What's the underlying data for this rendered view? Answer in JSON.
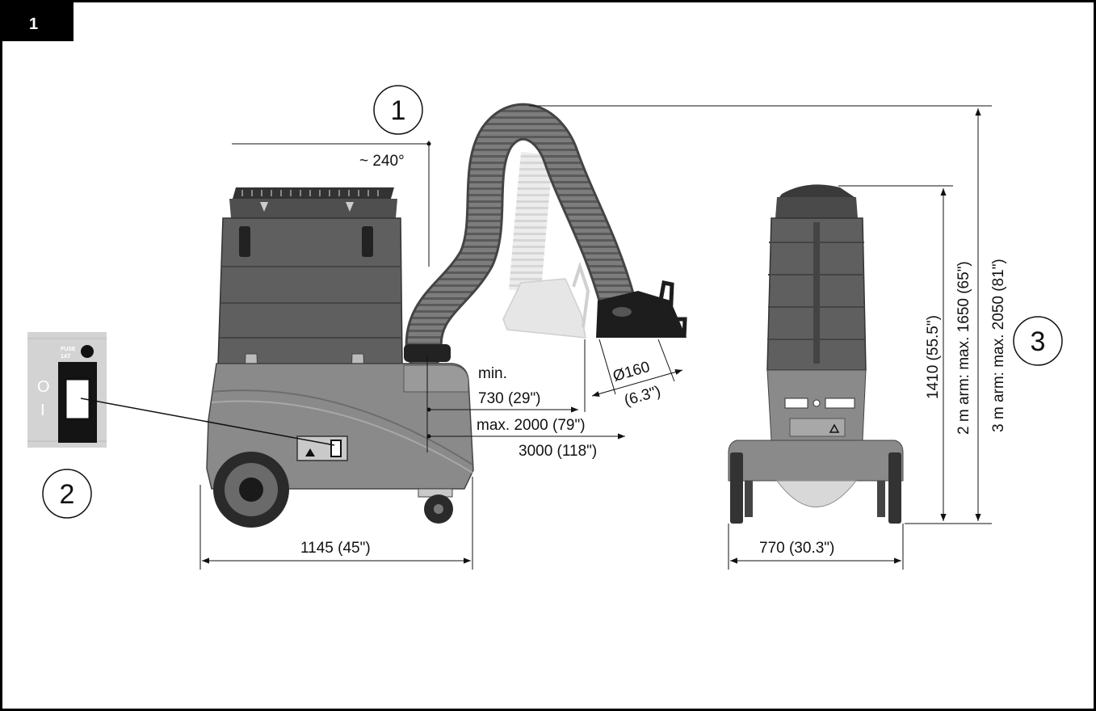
{
  "figure": {
    "number": "1"
  },
  "callouts": {
    "c1": "1",
    "c2": "2",
    "c3": "3"
  },
  "switch_panel": {
    "fuse_label": "FUSE",
    "fuse_rating": "1AT",
    "off_symbol": "O",
    "on_symbol": "I"
  },
  "dimensions": {
    "rotation": "~ 240°",
    "reach_min_label": "min.",
    "reach_min_value": "730 (29\")",
    "reach_max": "max. 2000 (79\")",
    "reach_3000": "3000 (118\")",
    "hood_diameter": "Ø160",
    "hood_diameter_in": "(6.3\")",
    "length": "1145 (45\")",
    "width": "770 (30.3\")",
    "height_body": "1410 (55.5\")",
    "height_2m_arm": "2 m arm: max. 1650 (65\")",
    "height_3m_arm": "3 m arm: max. 2050 (81\")"
  },
  "colors": {
    "body_dark": "#5f5f5f",
    "body_mid": "#8a8a8a",
    "body_light": "#a6a6a6",
    "hose": "#7a7a7a",
    "ghost": "#e3e3e3",
    "panel": "#cfcfcf"
  }
}
